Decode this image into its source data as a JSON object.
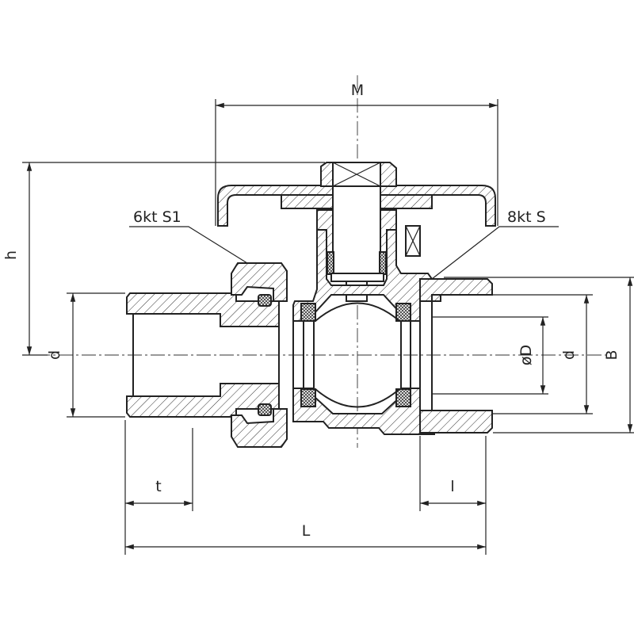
{
  "title": "Ball valve sectional drawing",
  "labels": {
    "M": "M",
    "h": "h",
    "hex_nut": "6kt S1",
    "oct_body": "8kt S",
    "d_left": "d",
    "d_right": "d",
    "bore": "øD",
    "B": "B",
    "t": "t",
    "l": "l",
    "L": "L"
  }
}
